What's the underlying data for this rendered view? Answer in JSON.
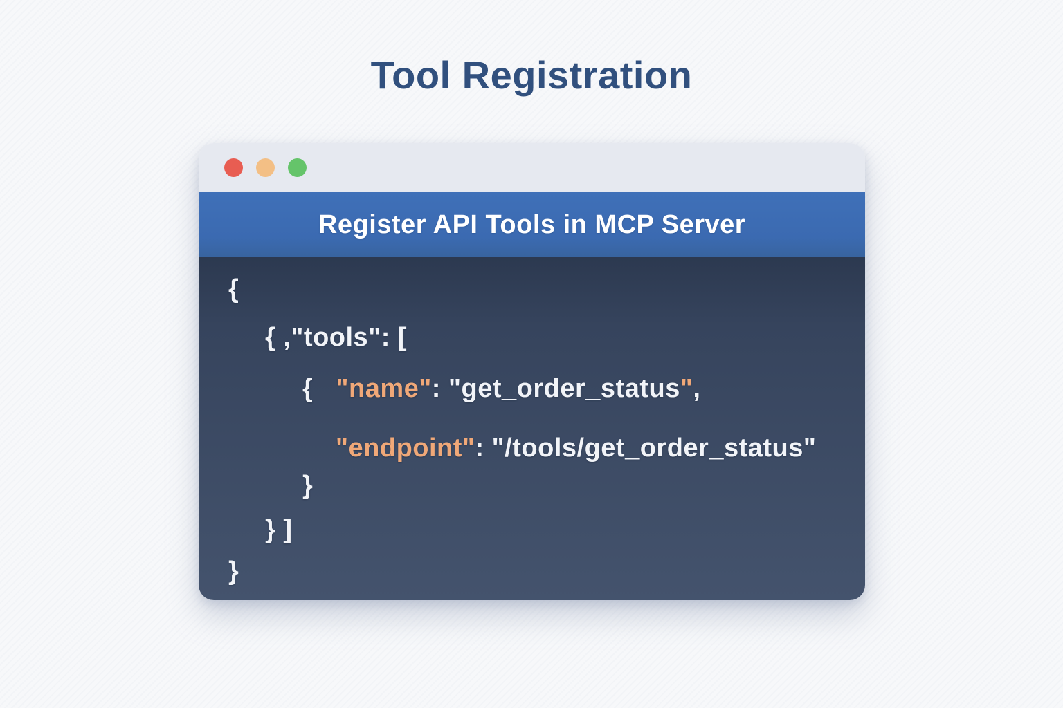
{
  "page": {
    "title": "Tool Registration",
    "title_color": "#31507e",
    "background": "#f7f8fa"
  },
  "window": {
    "traffic_lights": [
      {
        "name": "close",
        "color": "#e85d52"
      },
      {
        "name": "minimize",
        "color": "#f3bf85"
      },
      {
        "name": "zoom",
        "color": "#65c46a"
      }
    ],
    "banner": {
      "title": "Register API Tools in MCP Server",
      "background": "#3b6ab1",
      "text_color": "#ffffff"
    }
  },
  "code": {
    "colors": {
      "default": "#f2f4f8",
      "key": "#f0a878",
      "background_top": "#2c3950",
      "background_bottom": "#44536d"
    },
    "lines": [
      {
        "indent": 0,
        "segments": [
          {
            "text": "{",
            "color": "default"
          }
        ]
      },
      {
        "indent": 1,
        "segments": [
          {
            "text": "{ ,\"tools\": [",
            "color": "default"
          }
        ]
      },
      {
        "indent": 2,
        "segments": [
          {
            "text": "{   ",
            "color": "default"
          },
          {
            "text": "\"name\"",
            "color": "key"
          },
          {
            "text": ": \"get_order_status",
            "color": "default"
          },
          {
            "text": "\"",
            "color": "key"
          },
          {
            "text": ",",
            "color": "default"
          }
        ]
      },
      {
        "indent": 3,
        "segments": [
          {
            "text": "\"endpoint\"",
            "color": "key"
          },
          {
            "text": ": \"/tools/get_order_status\"",
            "color": "default"
          }
        ]
      },
      {
        "indent": 2,
        "segments": [
          {
            "text": "}",
            "color": "default"
          }
        ]
      },
      {
        "indent": 1,
        "segments": [
          {
            "text": "} ]",
            "color": "default"
          }
        ]
      },
      {
        "indent": 0,
        "segments": [
          {
            "text": "}",
            "color": "default"
          }
        ]
      }
    ]
  }
}
